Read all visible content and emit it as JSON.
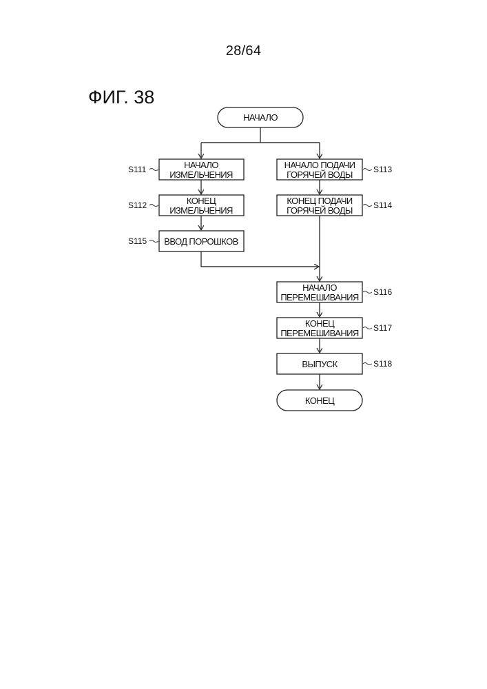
{
  "page": {
    "page_number": "28/64",
    "figure_title": "ФИГ. 38"
  },
  "flowchart": {
    "start": {
      "label": "НАЧАЛО"
    },
    "end": {
      "label": "КОНЕЦ"
    },
    "steps": {
      "s111": {
        "id": "S111",
        "lines": [
          "НАЧАЛО",
          "ИЗМЕЛЬЧЕНИЯ"
        ]
      },
      "s112": {
        "id": "S112",
        "lines": [
          "КОНЕЦ",
          "ИЗМЕЛЬЧЕНИЯ"
        ]
      },
      "s115": {
        "id": "S115",
        "lines": [
          "ВВОД ПОРОШКОВ"
        ]
      },
      "s113": {
        "id": "S113",
        "lines": [
          "НАЧАЛО ПОДАЧИ",
          "ГОРЯЧЕЙ ВОДЫ"
        ]
      },
      "s114": {
        "id": "S114",
        "lines": [
          "КОНЕЦ ПОДАЧИ",
          "ГОРЯЧЕЙ ВОДЫ"
        ]
      },
      "s116": {
        "id": "S116",
        "lines": [
          "НАЧАЛО",
          "ПЕРЕМЕШИВАНИЯ"
        ]
      },
      "s117": {
        "id": "S117",
        "lines": [
          "КОНЕЦ",
          "ПЕРЕМЕШИВАНИЯ"
        ]
      },
      "s118": {
        "id": "S118",
        "lines": [
          "ВЫПУСК"
        ]
      }
    },
    "edges": [
      [
        "start",
        "s111"
      ],
      [
        "start",
        "s113"
      ],
      [
        "s111",
        "s112"
      ],
      [
        "s112",
        "s115"
      ],
      [
        "s113",
        "s114"
      ],
      [
        "s115",
        "s116"
      ],
      [
        "s114",
        "s116"
      ],
      [
        "s116",
        "s117"
      ],
      [
        "s117",
        "s118"
      ],
      [
        "s118",
        "end"
      ]
    ]
  }
}
